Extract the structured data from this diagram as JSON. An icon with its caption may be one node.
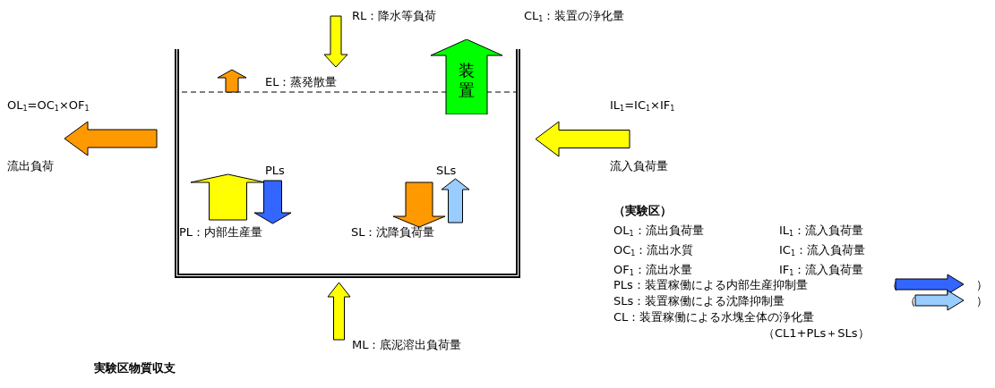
{
  "diagram": {
    "caption": "実験区物質収支",
    "nodes": [
      {
        "text": [],
        "shape": "box"
      },
      {
        "text": [
          "装置"
        ]
      }
    ],
    "labels": [
      "RL：降水等負荷",
      "CL$_{1}$：装置の浄化量",
      "EL：蒸発散量",
      "OL$_{1}$=OC$_{1}$×OF$_{1}$",
      "IL$_{1}$=IC$_{1}$×IF$_{1}$",
      "流出負荷",
      "流入負荷量",
      "PLs",
      "SLs",
      "PL：内部生産量",
      "SL：沈降負荷量",
      "（実験区）",
      "OL$_{1}$：流出負荷量",
      "IL$_{1}$：流入負荷量",
      "OC$_{1}$：流出水質",
      "IC$_{1}$：流入負荷量",
      "OF$_{1}$：流出水量",
      "IF$_{1}$：流入負荷量",
      "（",
      "）",
      "（",
      "）",
      "CL：装置稼働による水塊全体の浄化量",
      "（CL1+PLs＋SLs）",
      "ML：底泥溶出負荷量"
    ],
    "legend": [
      {
        "text": "PLs：装置稼働による内部生産抑制量"
      },
      {
        "text": "SLs：装置稼働による沈降抑制量"
      }
    ]
  }
}
